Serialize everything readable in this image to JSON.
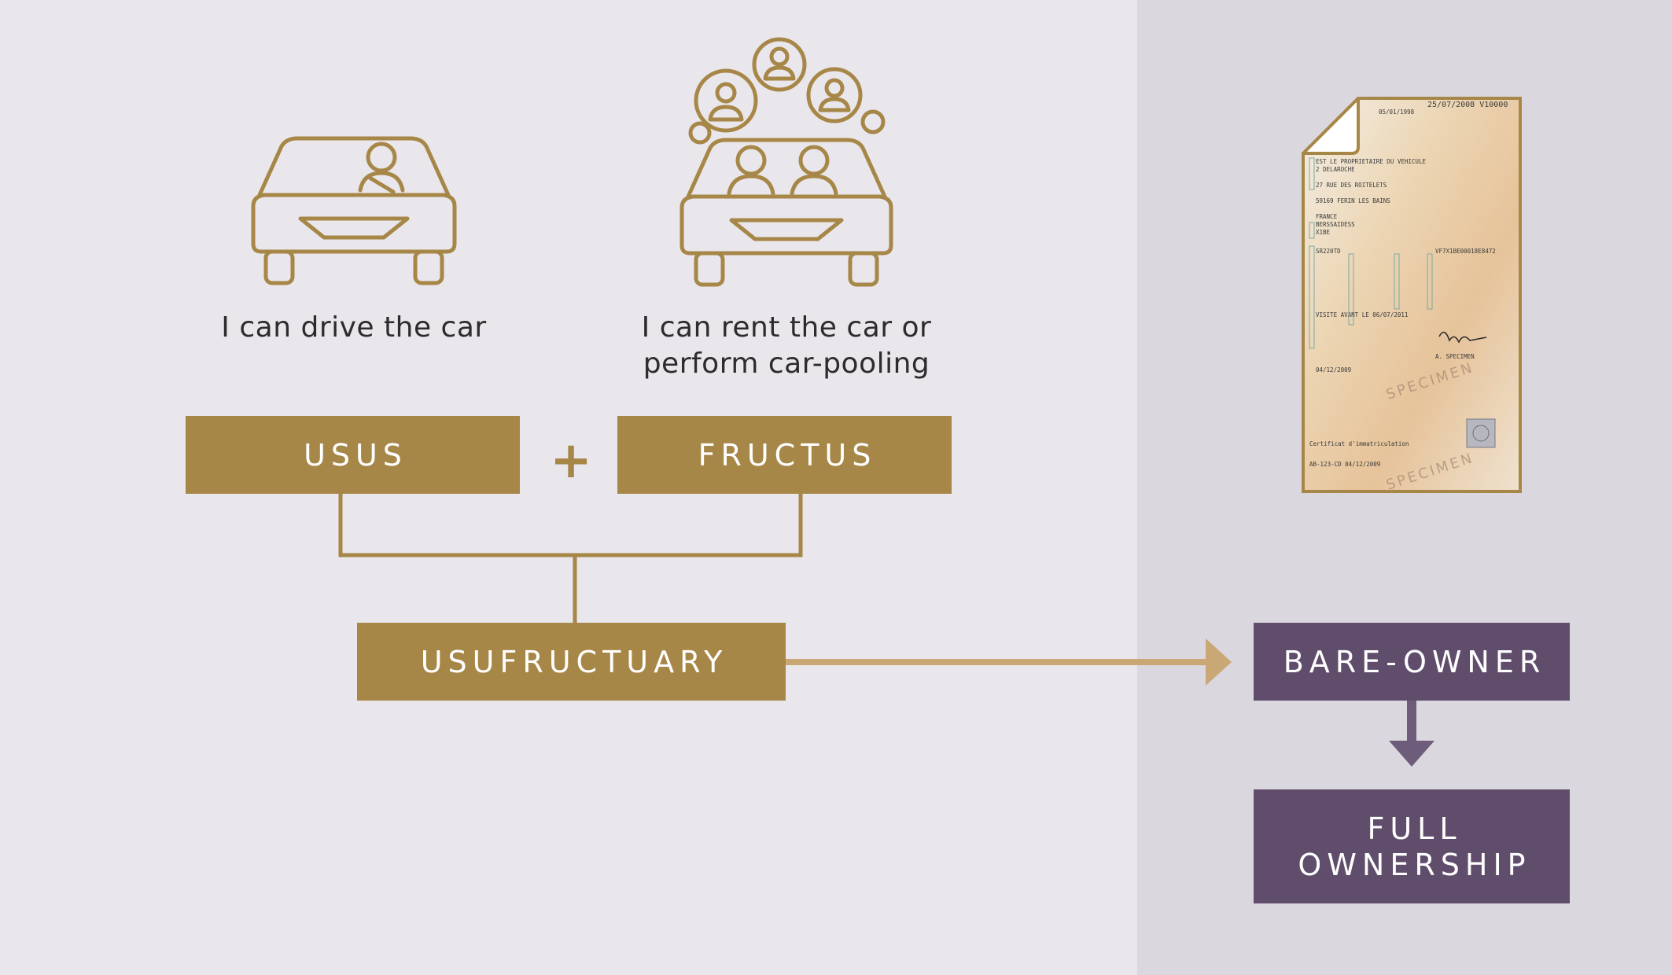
{
  "captions": {
    "drive": "I can drive the car",
    "rent_line1": "I can rent the car or",
    "rent_line2": "perform car-pooling"
  },
  "boxes": {
    "usus": "USUS",
    "plus": "+",
    "fructus": "FRUCTUS",
    "usufructuary": "USUFRUCTUARY",
    "bare_owner": "BARE-OWNER",
    "full_ownership_line1": "FULL",
    "full_ownership_line2": "OWNERSHIP"
  },
  "document": {
    "date_header": "25/07/2008 V10000",
    "first_reg": "05/01/1998",
    "owner_line": "EST LE PROPRIETAIRE DU VEHICULE",
    "name_line": "2  DELAROCHE",
    "street_line": "27      RUE      DES ROITELETS",
    "city_line": "59169   FERIN LES BAINS",
    "country": "FRANCE",
    "brand": "BERSSAIDESS",
    "model": "X1BE",
    "type": "SR220TD",
    "vin_code": "VF7X1BE00018E8472",
    "inspection": "VISITE AVANT LE 06/07/2011",
    "signature_name": "A. SPECIMEN",
    "watermark": "SPECIMEN",
    "reg_date": "04/12/2009",
    "cert_title": "Certificat d'immatriculation",
    "plate": "AB-123-CD   04/12/2009"
  },
  "colors": {
    "gold": "#a78747",
    "gold_arrow": "#c9a876",
    "purple": "#5f4d6b",
    "purple_arrow": "#6d5d7a",
    "bg_left": "#e9e6ec",
    "bg_right": "#dad7df"
  },
  "icons": {
    "driver_car": "car-with-driver-icon",
    "pool_car": "car-with-passengers-icon",
    "registration": "registration-document-icon"
  }
}
